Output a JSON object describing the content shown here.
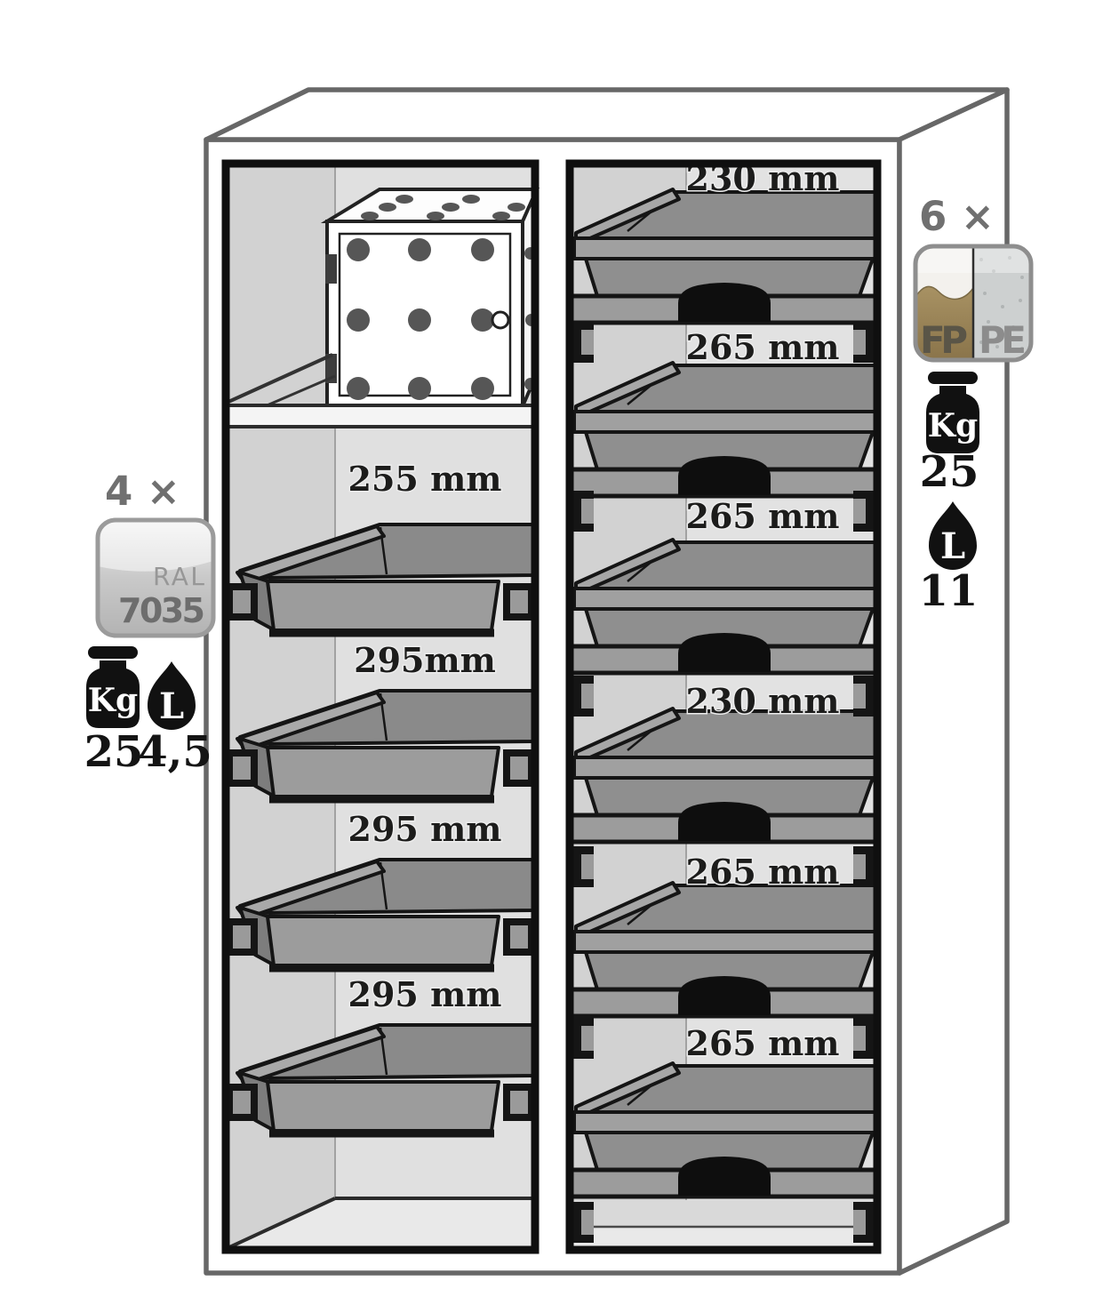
{
  "diagram": {
    "left_annotation": {
      "count": "4 ×",
      "ral_badge": {
        "line1": "RAL",
        "line2": "7035"
      },
      "weight_unit": "Kg",
      "weight_value": "25",
      "volume_unit": "L",
      "volume_value": "4,5"
    },
    "right_annotation": {
      "count": "6 ×",
      "material_badge": {
        "left": "FP",
        "right": "PE"
      },
      "weight_unit": "Kg",
      "weight_value": "25",
      "volume_unit": "L",
      "volume_value": "11"
    },
    "left_column_slots": [
      {
        "label": "255 mm"
      },
      {
        "label": "295mm"
      },
      {
        "label": "295 mm"
      },
      {
        "label": "295 mm"
      }
    ],
    "right_column_slots": [
      {
        "label": "230 mm"
      },
      {
        "label": "265 mm"
      },
      {
        "label": "265 mm"
      },
      {
        "label": "230 mm"
      },
      {
        "label": "265 mm"
      },
      {
        "label": "265 mm"
      }
    ],
    "icons": {
      "weight": "kg-weight-icon",
      "volume": "liter-droplet-icon"
    },
    "colors": {
      "outline_black": "#151515",
      "cabinet_edge_gray": "#676767",
      "tray_gray": "#8f8f8f",
      "wall_light": "#d2d2d2",
      "wall_back": "#e0e0e0",
      "count_gray": "#707070",
      "fp_gold": "#a58e5c",
      "pe_gray": "#cdd0d0",
      "ral_badge_gray": "#c6c6c6"
    }
  }
}
